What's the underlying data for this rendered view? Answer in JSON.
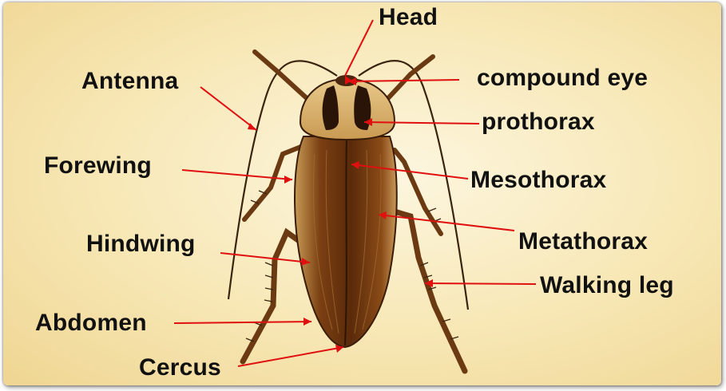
{
  "labels": {
    "head": "Head",
    "antenna": "Antenna",
    "compound_eye": "compound eye",
    "prothorax": "prothorax",
    "forewing": "Forewing",
    "mesothorax": "Mesothorax",
    "hindwing": "Hindwing",
    "metathorax": "Metathorax",
    "walking_leg": "Walking leg",
    "abdomen": "Abdomen",
    "cercus": "Cercus"
  },
  "colors": {
    "pointer": "#e01010",
    "background": "#f7e7b4",
    "wing": "#8a4b17"
  }
}
